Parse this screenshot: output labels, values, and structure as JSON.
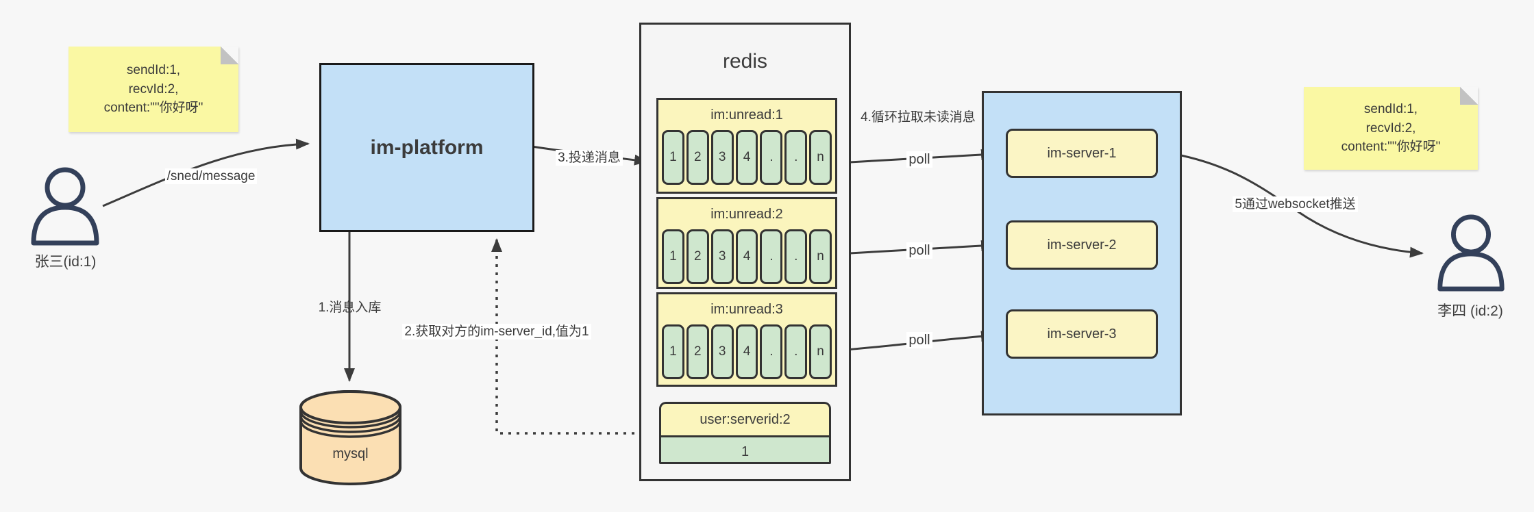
{
  "notes": {
    "left": {
      "lines": [
        "sendId:1,",
        "recvId:2,",
        "content:\"\"你好呀\""
      ]
    },
    "right": {
      "lines": [
        "sendId:1,",
        "recvId:2,",
        "content:\"\"你好呀\""
      ]
    }
  },
  "actors": {
    "sender": {
      "label": "张三(id:1)"
    },
    "receiver": {
      "label": "李四 (id:2)"
    }
  },
  "platform": {
    "label": "im-platform"
  },
  "database": {
    "label": "mysql"
  },
  "redis": {
    "title": "redis",
    "queues": [
      {
        "name": "im:unread:1",
        "cells": [
          "1",
          "2",
          "3",
          "4",
          ".",
          ".",
          "n"
        ]
      },
      {
        "name": "im:unread:2",
        "cells": [
          "1",
          "2",
          "3",
          "4",
          ".",
          ".",
          "n"
        ]
      },
      {
        "name": "im:unread:3",
        "cells": [
          "1",
          "2",
          "3",
          "4",
          ".",
          ".",
          "n"
        ]
      }
    ],
    "mapping": {
      "key": "user:serverid:2",
      "value": "1"
    }
  },
  "servers": {
    "items": [
      {
        "label": "im-server-1"
      },
      {
        "label": "im-server-2"
      },
      {
        "label": "im-server-3"
      }
    ]
  },
  "edge_labels": {
    "send": "/sned/message",
    "store": "1.消息入库",
    "lookup": "2.获取对方的im-server_id,值为1",
    "deliver": "3.投递消息",
    "pull": "4.循环拉取未读消息",
    "poll_1": "poll",
    "poll_2": "poll",
    "poll_3": "poll",
    "push": "5通过websocket推送"
  },
  "colors": {
    "background": "#f7f7f7",
    "box_blue": "#c3e0f7",
    "note_yellow": "#faf8a3",
    "panel_yellow": "#fbf5bd",
    "cell_green": "#cfe7ce",
    "db_peach": "#fbdfb3",
    "container_gray": "#f5f5f5",
    "stroke_dark": "#3c3c3c",
    "actor_navy": "#33405a"
  }
}
